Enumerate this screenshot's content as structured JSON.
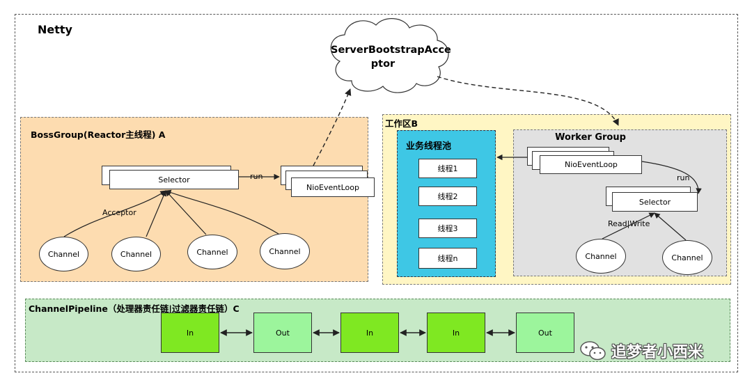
{
  "netty": {
    "title": "Netty"
  },
  "cloud": {
    "line1": "ServerBootstrapAcce",
    "line2": "ptor"
  },
  "boss": {
    "title": "BossGroup(Reactor主线程) A",
    "selector": "Selector",
    "event_loop": "NioEventLoop",
    "run_label": "run",
    "acceptor_label": "Acceptor",
    "channels": [
      "Channel",
      "Channel",
      "Channel",
      "Channel"
    ]
  },
  "work": {
    "title": "工作区B",
    "pool": {
      "title": "业务线程池",
      "threads": [
        "线程1",
        "线程2",
        "线程3",
        "线程n"
      ]
    },
    "worker_group": {
      "title": "Worker Group",
      "event_loop": "NioEventLoop",
      "run_label": "run",
      "selector": "Selector",
      "rw_label": "Read|Write",
      "channels": [
        "Channel",
        "Channel"
      ]
    }
  },
  "pipeline": {
    "title": "ChannelPipeline（处理器责任链|过滤器责任链）C",
    "handlers": [
      "In",
      "Out",
      "In",
      "In",
      "Out"
    ]
  },
  "watermark": {
    "text": "追梦者小西米",
    "icon": "wechat-icon"
  },
  "colors": {
    "boss_bg": "#fddcb0",
    "work_bg": "#fff6c4",
    "pool_bg": "#3ec7e5",
    "worker_bg": "#e1e1e1",
    "pipeline_bg": "#c7e9c7",
    "in_handler": "#7fe822",
    "out_handler": "#9cf59c"
  }
}
